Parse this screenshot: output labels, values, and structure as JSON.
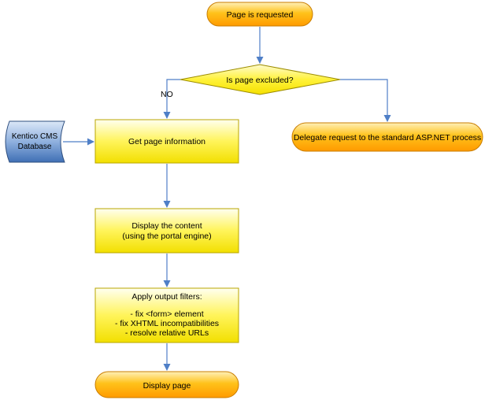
{
  "nodes": {
    "start": {
      "text": "Page is requested"
    },
    "decision": {
      "text": "Is page excluded?"
    },
    "delegate": {
      "text": "Delegate request to the standard ASP.NET process"
    },
    "database": {
      "line1": "Kentico CMS",
      "line2": "Database"
    },
    "get_info": {
      "text": "Get page information"
    },
    "display_content": {
      "line1": "Display the content",
      "line2": "(using the portal engine)"
    },
    "filters": {
      "title": "Apply output filters:",
      "items": [
        "- fix <form> element",
        "- fix XHTML incompatibilities",
        "- resolve relative URLs"
      ]
    },
    "end": {
      "text": "Display page"
    }
  },
  "edges": {
    "no_label": "NO"
  },
  "colors": {
    "orange_fill": "#ffb000",
    "orange_stroke": "#c97d00",
    "yellow_fill": "#fff200",
    "yellow_stroke": "#b8a600",
    "db_fill": "#4f81bd",
    "db_stroke": "#2f4f7f",
    "connector": "#4f7fc7"
  }
}
